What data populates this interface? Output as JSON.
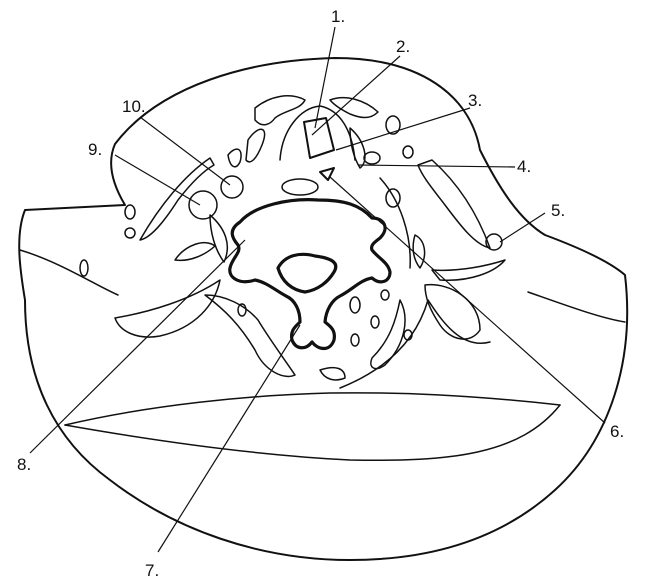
{
  "labels": [
    {
      "id": "1",
      "text": "1."
    },
    {
      "id": "2",
      "text": "2."
    },
    {
      "id": "3",
      "text": "3."
    },
    {
      "id": "4",
      "text": "4."
    },
    {
      "id": "5",
      "text": "5."
    },
    {
      "id": "6",
      "text": "6."
    },
    {
      "id": "7",
      "text": "7."
    },
    {
      "id": "8",
      "text": "8."
    },
    {
      "id": "9",
      "text": "9."
    },
    {
      "id": "10",
      "text": "10."
    }
  ]
}
